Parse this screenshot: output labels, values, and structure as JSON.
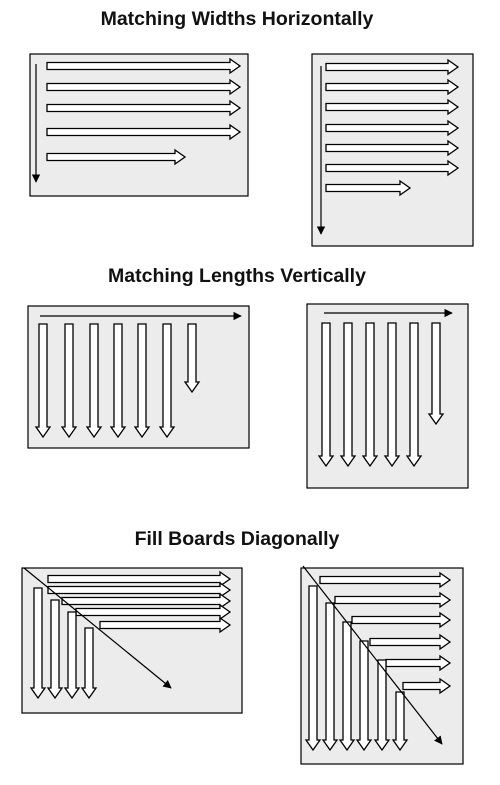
{
  "sections": [
    {
      "title": "Matching Widths Horizontally"
    },
    {
      "title": "Matching Lengths Vertically"
    },
    {
      "title": "Fill Boards Diagonally"
    }
  ],
  "colors": {
    "panel_fill": "#ececec",
    "panel_border": "#000000",
    "arrow_fill": "#ffffff",
    "arrow_stroke": "#000000",
    "guide_arrow": "#000000"
  }
}
